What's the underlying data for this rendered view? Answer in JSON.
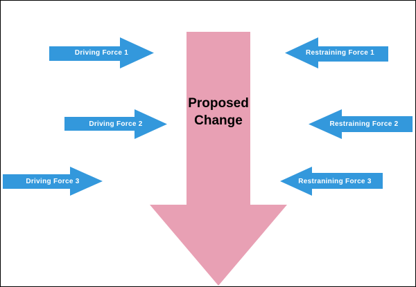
{
  "diagram": {
    "type": "force-field-analysis",
    "center_arrow": {
      "label_line1": "Proposed",
      "label_line2": "Change",
      "direction": "down",
      "color": "#E8A0B4",
      "text_color": "#000000"
    },
    "driving_forces": [
      {
        "label": "Driving Force 1",
        "direction": "right"
      },
      {
        "label": "Driving Force 2",
        "direction": "right"
      },
      {
        "label": "Driving Force 3",
        "direction": "right"
      }
    ],
    "restraining_forces": [
      {
        "label": "Restraining Force 1",
        "direction": "left"
      },
      {
        "label": "Restraining Force 2",
        "direction": "left"
      },
      {
        "label": "Restranining Force 3",
        "direction": "left"
      }
    ],
    "colors": {
      "force_arrow": "#3398DC",
      "change_arrow": "#E8A0B4",
      "force_text": "#FFFFFF",
      "background": "#FFFFFF",
      "border": "#000000"
    }
  }
}
